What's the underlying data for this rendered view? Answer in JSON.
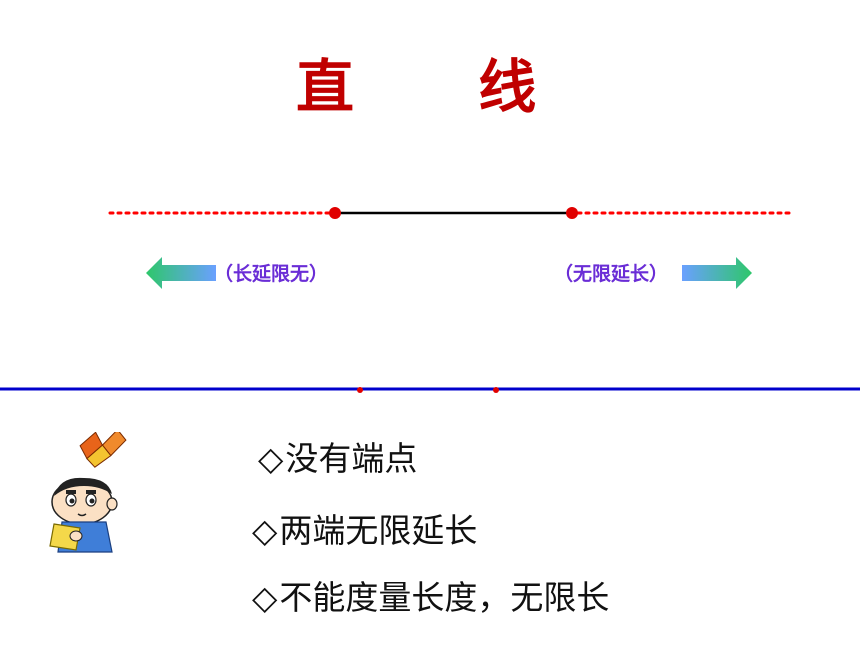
{
  "slide": {
    "title": "直 线",
    "left_arrow_label": "（长延限无）",
    "right_arrow_label": "（无限延长）",
    "bullet_mark": "◇",
    "bullets": [
      "没有端点",
      "两端无限延长",
      "不能度量长度，无限长"
    ]
  },
  "colors": {
    "title": "#c00000",
    "dotted_line": "#ff0000",
    "solid_segment": "#000000",
    "endpoint": "#e00000",
    "blue_line": "#0000cc",
    "arrow_label": "#6a2dd6",
    "arrow_gradient_start": "#2ec76a",
    "arrow_gradient_end": "#6aa0ff"
  },
  "icons": {
    "left_arrow": "arrow-left-gradient",
    "right_arrow": "arrow-right-gradient",
    "cartoon": "boy-reading-cartoon"
  }
}
